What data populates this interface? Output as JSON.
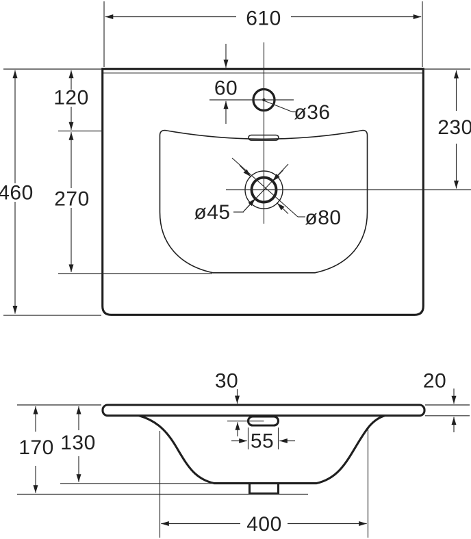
{
  "drawing": {
    "type": "technical-dimension-drawing",
    "subject": "washbasin",
    "ink_color": "#1f1f1f",
    "background": "#ffffff"
  },
  "views": {
    "plan": {
      "dims": {
        "width": "610",
        "height": "460",
        "top_to_faucet": "60",
        "top_to_basin": "120",
        "basin_length": "270",
        "top_to_drain": "230",
        "faucet_hole_dia": "ø36",
        "drain_hole_dia": "ø45",
        "drain_flange_dia": "ø80"
      }
    },
    "section": {
      "dims": {
        "overflow_depth": "30",
        "top_thickness": "20",
        "total_depth": "170",
        "bowl_depth": "130",
        "overflow_width": "55",
        "bowl_width": "400"
      }
    }
  }
}
